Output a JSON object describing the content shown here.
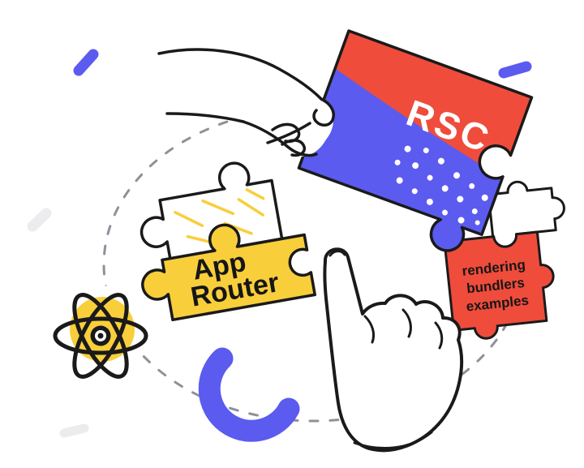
{
  "illustration": {
    "title": "Puzzle pieces illustration about React Server Components",
    "labels": {
      "rsc": "RSC",
      "app_router_line1": "App",
      "app_router_line2": "Router",
      "mini_piece_line1": "rendering",
      "mini_piece_line2": "bundlers",
      "mini_piece_line3": "examples"
    },
    "colors": {
      "red": "#EF4C3C",
      "blue": "#5B5BF0",
      "yellow": "#F8CE3B",
      "ink": "#1A1A1A",
      "dash_gray": "#8E9199",
      "light_gray": "#ECECEF",
      "white": "#FFFFFF"
    },
    "icons": {
      "react_logo": "react-atom-icon",
      "hand_top": "hand-pinching-icon",
      "hand_bottom": "hand-pointing-icon",
      "puzzle_rsc": "puzzle-piece-rsc",
      "puzzle_app_router": "puzzle-piece-app-router",
      "puzzle_mini": "puzzle-piece-mini",
      "dashed_circle": "dashed-circle-decoration",
      "blue_arc": "blue-arc-decoration"
    }
  }
}
